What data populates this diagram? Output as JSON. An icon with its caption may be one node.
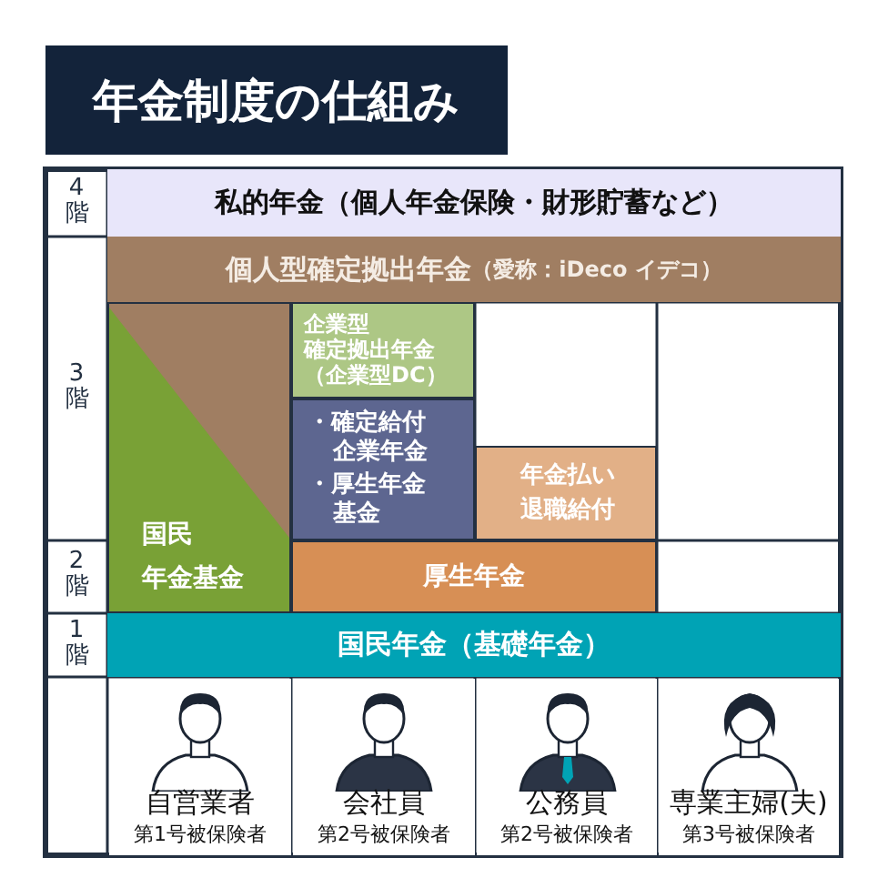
{
  "diagram": {
    "title": "年金制度の仕組み",
    "nodes": [
      {
        "text": [
          "私的年金（個人年金保険・財形貯蓄など）"
        ]
      },
      {
        "text": [
          "個人型確定拠出年金",
          "（愛称：iDeco イデコ）"
        ]
      },
      {
        "text": [
          "国民年金基金"
        ]
      },
      {
        "text": [
          "企業型確定拠出年金（企業型DC）"
        ]
      },
      {
        "text": [
          "・確定給付企業年金",
          "・厚生年金基金"
        ]
      },
      {
        "text": [
          "年金払い退職給付"
        ]
      },
      {
        "text": [
          "厚生年金"
        ]
      },
      {
        "text": [
          "国民年金（基礎年金）"
        ]
      },
      {
        "text": [
          "自営業者",
          "第1号被保険者"
        ]
      },
      {
        "text": [
          "会社員",
          "第2号被保険者"
        ]
      },
      {
        "text": [
          "公務員",
          "第2号被保険者"
        ]
      },
      {
        "text": [
          "専業主婦(夫)",
          "第3号被保険者"
        ]
      }
    ],
    "labels": [
      "4階",
      "3階",
      "2階",
      "1階"
    ]
  }
}
